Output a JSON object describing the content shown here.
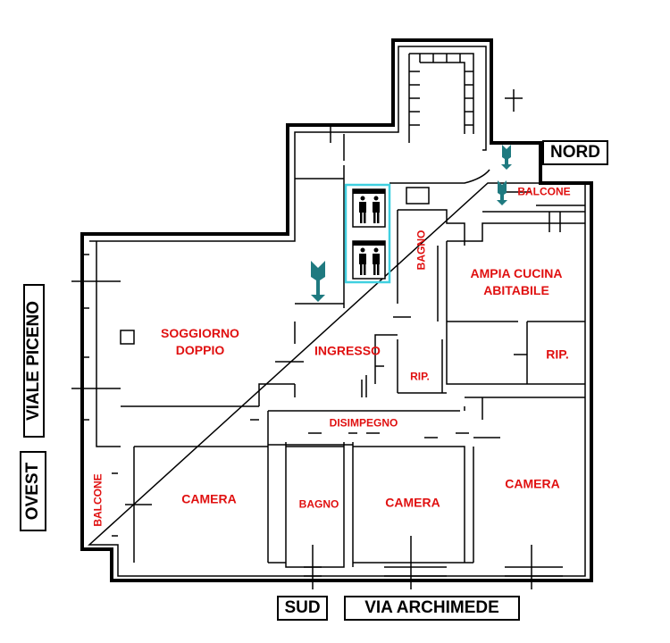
{
  "compass": {
    "north": "NORD",
    "south": "SUD",
    "west": "OVEST"
  },
  "streets": {
    "west_street": "VIALE PICENO",
    "south_street": "VIA ARCHIMEDE"
  },
  "rooms": {
    "living": "SOGGIORNO DOPPIO",
    "entrance": "INGRESSO",
    "closet_center": "RIP.",
    "closet_kitchen": "RIP.",
    "hallway": "DISIMPEGNO",
    "kitchen": "AMPIA CUCINA ABITABILE",
    "bath_north": "BAGNO",
    "balcony_north": "BALCONE",
    "balcony_west": "BALCONE",
    "bedroom_west": "CAMERA",
    "bath_south": "BAGNO",
    "bedroom_middle": "CAMERA",
    "bedroom_east": "CAMERA"
  },
  "icons": {
    "elevator": "elevator-people-icon",
    "entry_arrow": "entry-arrow-icon",
    "arrow_color": "#1f7a80",
    "elevator_frame_color": "#40d0e0"
  }
}
